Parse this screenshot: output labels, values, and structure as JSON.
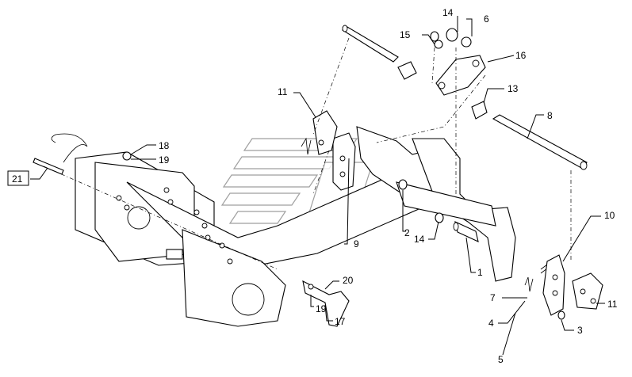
{
  "callouts": {
    "c1": "1",
    "c2": "2",
    "c3": "3",
    "c4": "4",
    "c5": "5",
    "c6": "6",
    "c7": "7",
    "c8": "8",
    "c9": "9",
    "c10": "10",
    "c11a": "11",
    "c11b": "11",
    "c13": "13",
    "c14a": "14",
    "c14b": "14",
    "c15": "15",
    "c16": "16",
    "c17": "17",
    "c18": "18",
    "c19a": "19",
    "c19b": "19",
    "c20": "20",
    "c21": "21"
  },
  "colors": {
    "ink": "#000000",
    "background": "#ffffff",
    "watermark": "#888888"
  }
}
